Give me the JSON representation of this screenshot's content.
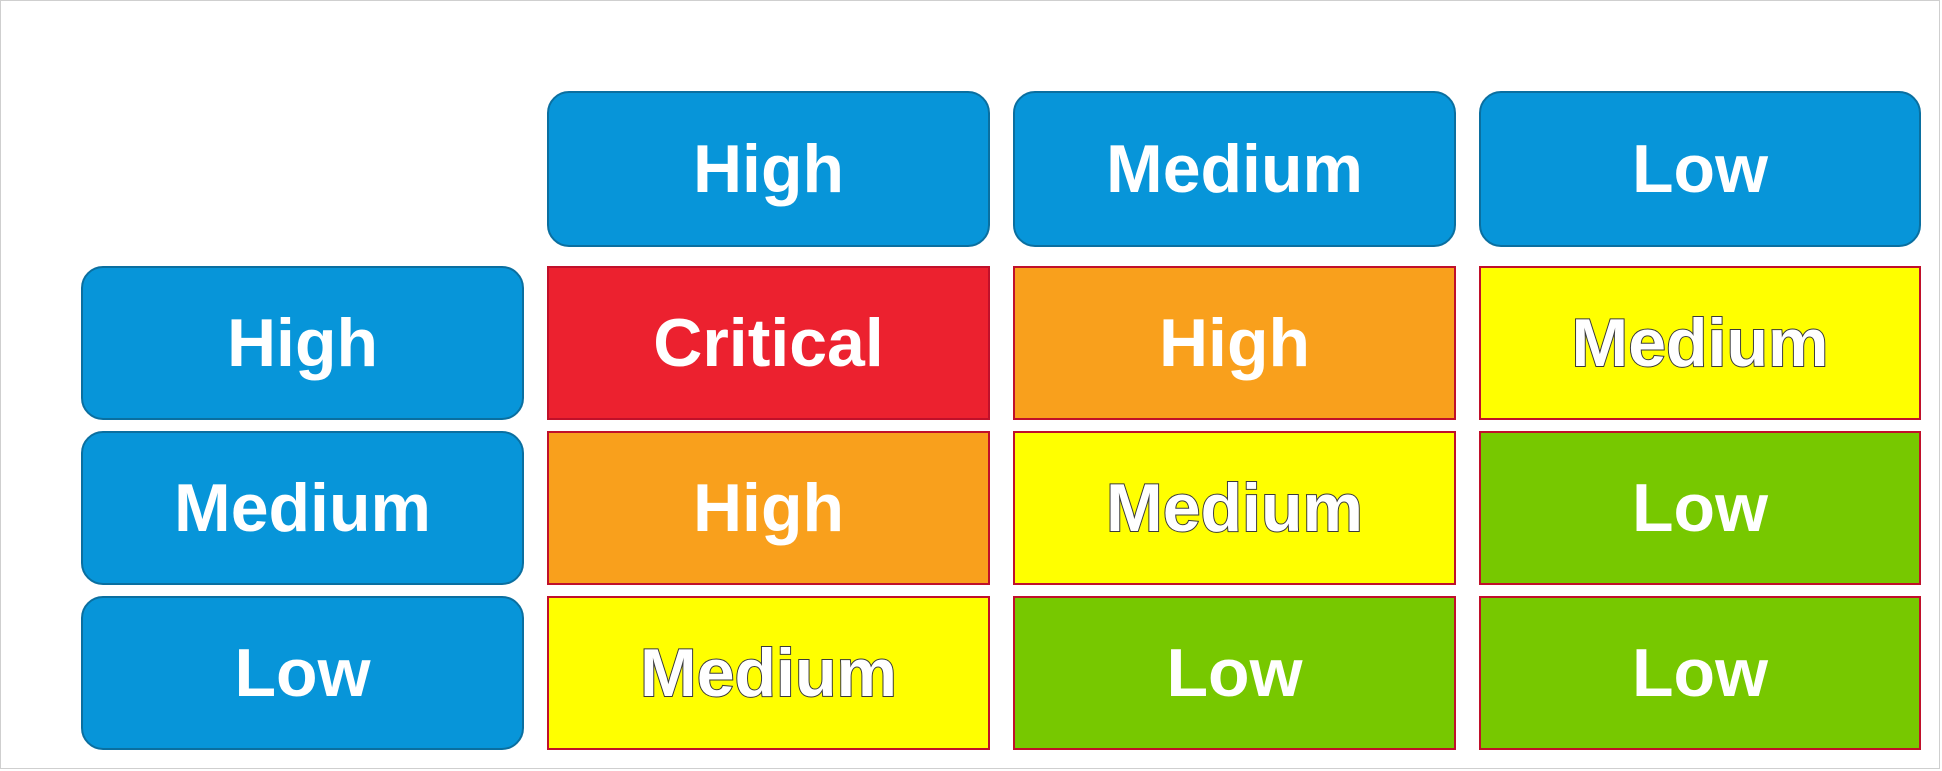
{
  "column_headers": [
    "High",
    "Medium",
    "Low"
  ],
  "row_headers": [
    "High",
    "Medium",
    "Low"
  ],
  "colors": {
    "header_blue": "#0795d9",
    "critical_red": "#ec212f",
    "high_orange": "#f9a01c",
    "medium_yellow": "#ffff00",
    "low_green": "#77c800",
    "cell_border": "#c0102a"
  },
  "matrix": [
    [
      {
        "label": "Critical",
        "level": "critical"
      },
      {
        "label": "High",
        "level": "high"
      },
      {
        "label": "Medium",
        "level": "medium"
      }
    ],
    [
      {
        "label": "High",
        "level": "high"
      },
      {
        "label": "Medium",
        "level": "medium"
      },
      {
        "label": "Low",
        "level": "low"
      }
    ],
    [
      {
        "label": "Medium",
        "level": "medium"
      },
      {
        "label": "Low",
        "level": "low"
      },
      {
        "label": "Low",
        "level": "low"
      }
    ]
  ]
}
